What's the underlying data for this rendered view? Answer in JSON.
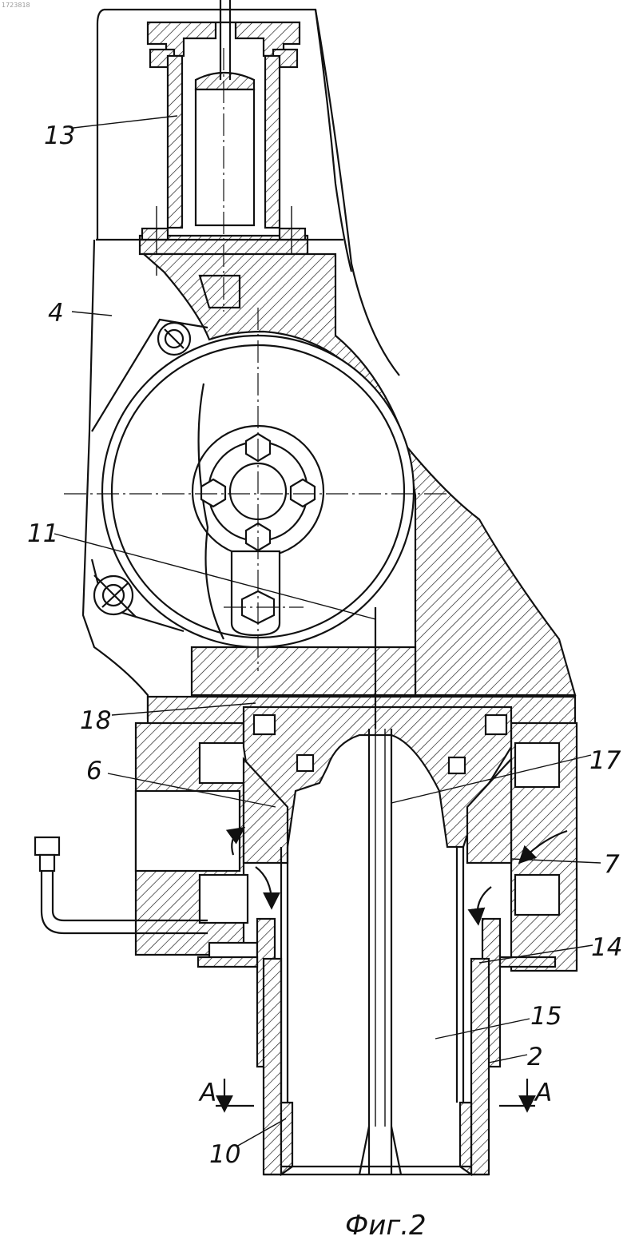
{
  "corner_text": "1723818",
  "figure_caption": "Фиг.2",
  "labels": {
    "l13": "13",
    "l4": "4",
    "l11": "11",
    "l18": "18",
    "l6": "6",
    "l17": "17",
    "l7": "7",
    "l14": "14",
    "l15": "15",
    "l2": "2",
    "l10": "10",
    "section_left": "A",
    "section_right": "A"
  }
}
